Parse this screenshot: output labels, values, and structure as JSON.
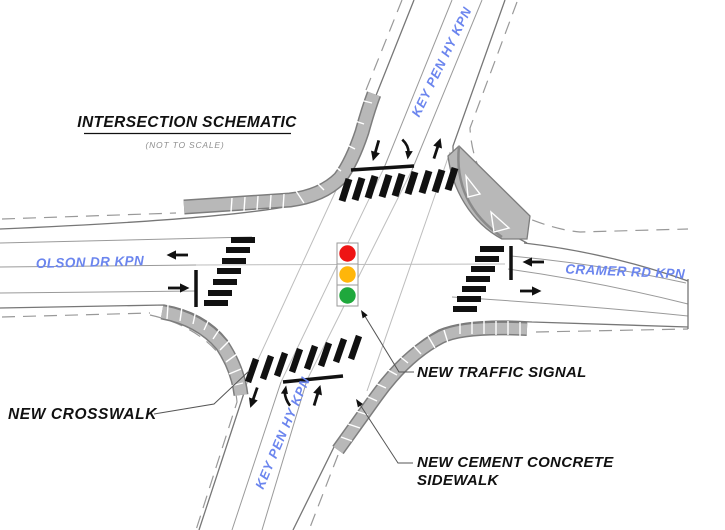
{
  "header": {
    "title": "INTERSECTION SCHEMATIC",
    "subtitle": "(NOT TO SCALE)"
  },
  "road_labels": {
    "north_leg": "KEY PEN HY KPN",
    "south_leg": "KEY PEN HY KPN",
    "west_leg": "OLSON DR KPN",
    "east_leg": "CRAMER RD KPN"
  },
  "callouts": {
    "crosswalk": "NEW CROSSWALK",
    "traffic_signal": "NEW TRAFFIC SIGNAL",
    "sidewalk_line1": "NEW CEMENT CONCRETE",
    "sidewalk_line2": "SIDEWALK"
  },
  "signal_head": {
    "red": "#ee1414",
    "yellow": "#ffb60a",
    "green": "#1fa83c"
  },
  "palette": {
    "road_label_blue": "#6b85ee",
    "sidewalk_gray": "#b8b8b8",
    "curb_gray": "#7d7d7d",
    "subtitle_gray": "#8f8f8f",
    "marking_black": "#111111"
  }
}
